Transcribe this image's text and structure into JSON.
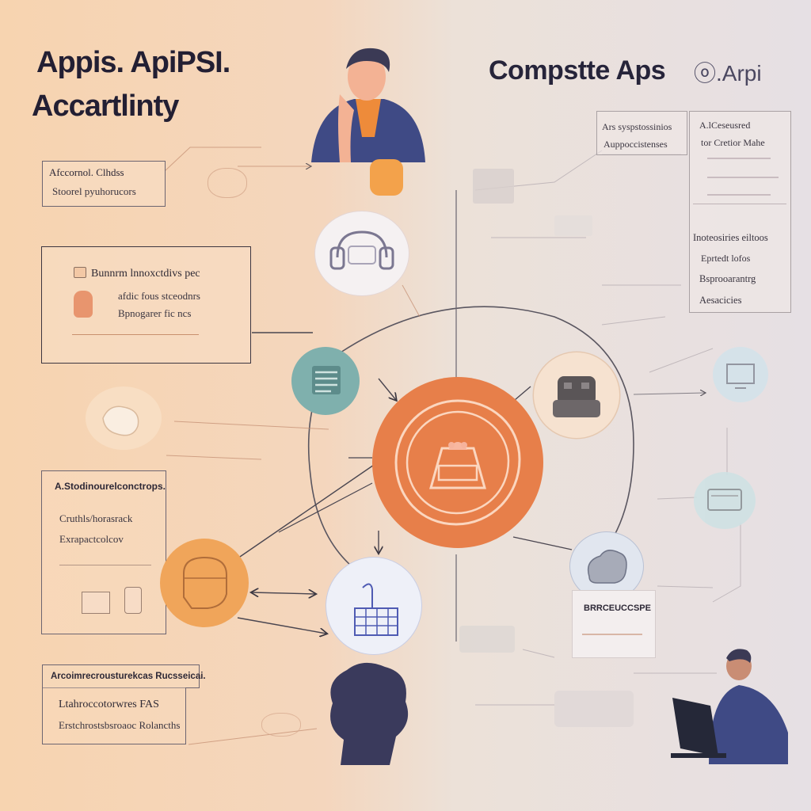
{
  "header": {
    "left_title_line1": "Appis. ApiPSI.",
    "left_title_line2": "Accartlinty",
    "right_title": "Compstte Aps",
    "right_title_suffix": "ⓞ.Arpi"
  },
  "left_panels": {
    "top_card": {
      "line1": "Afccornol. Clhdss",
      "line2": "Stoorel pyuhorucors"
    },
    "feature_card": {
      "line1": "Bunnrm lnnoxctdivs pec",
      "line2": "afdic fous stceodnrs",
      "line3": "Bpnogarer fic ncs"
    },
    "middle_card": {
      "heading": "A.Stodinourelconctrops.",
      "line1": "Cruthls/horasrack",
      "line2": "Exrapactcolcov"
    },
    "bottom_card": {
      "heading": "Arcoimrecrousturekcas Rucsseicai.",
      "line1": "Ltahroccotorwres FAS",
      "line2": "Erstchrostsbsroaoc Rolancths"
    }
  },
  "right_panels": {
    "small_card": {
      "line1": "Ars syspstossinios",
      "line2": "Auppoccistenses"
    },
    "tall_card": {
      "heading": "A.lCeseusred",
      "line1": "tor Cretior Mahe",
      "line2": "Inoteosiries eiltoos",
      "line3": "Eprtedt lofos",
      "line4": "Bsprooarantrg",
      "line5": "Aesacicies"
    },
    "bubble_note": "BRRCEUCCSPE"
  },
  "icons": {
    "central_hub": "api-hub-icon",
    "top_node": "headphones-icon",
    "left_node": "list-icon",
    "right_node": "robot-icon",
    "bottom_node": "building-chart-icon",
    "left_orange_node": "helmet-icon",
    "far_right_node_1": "monitor-icon",
    "far_right_node_2": "device-icon",
    "right_lower_node": "cloud-icon"
  },
  "colors": {
    "hub_orange": "#e77f4a",
    "accent_orange": "#f0a55a",
    "node_teal": "#7fb0ad",
    "navy": "#3f4a85",
    "bg_left": "#f7d4b0",
    "bg_right": "#e6e0e4"
  }
}
